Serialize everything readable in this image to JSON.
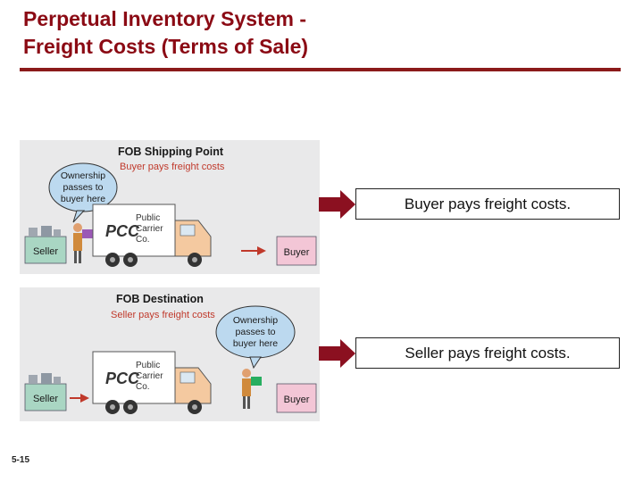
{
  "slide": {
    "title_line1": "Perpetual Inventory System -",
    "title_line2": "Freight Costs (Terms of Sale)",
    "page_number": "5-15"
  },
  "panels": [
    {
      "heading": "FOB Shipping Point",
      "subheading": "Buyer pays freight costs",
      "bubble_line1": "Ownership",
      "bubble_line2": "passes to",
      "bubble_line3": "buyer here",
      "truck_logo": "PCC",
      "truck_line1": "Public",
      "truck_line2": "Carrier",
      "truck_line3": "Co.",
      "seller_label": "Seller",
      "buyer_label": "Buyer",
      "callout": "Buyer pays freight costs."
    },
    {
      "heading": "FOB Destination",
      "subheading": "Seller pays freight costs",
      "bubble_line1": "Ownership",
      "bubble_line2": "passes to",
      "bubble_line3": "buyer here",
      "truck_logo": "PCC",
      "truck_line1": "Public",
      "truck_line2": "Carrier",
      "truck_line3": "Co.",
      "seller_label": "Seller",
      "buyer_label": "Buyer",
      "callout": "Seller pays freight costs."
    }
  ],
  "colors": {
    "title": "#8b0a14",
    "rule": "#8b1a1a",
    "panel_heading": "#1a1a1a",
    "panel_subheading": "#c0392b",
    "bubble": "#bcd9ef",
    "truck_cab": "#f4c9a0",
    "seller_box": "#a9d6c3",
    "buyer_box": "#f3c6d6",
    "arrow": "#8b1020"
  }
}
